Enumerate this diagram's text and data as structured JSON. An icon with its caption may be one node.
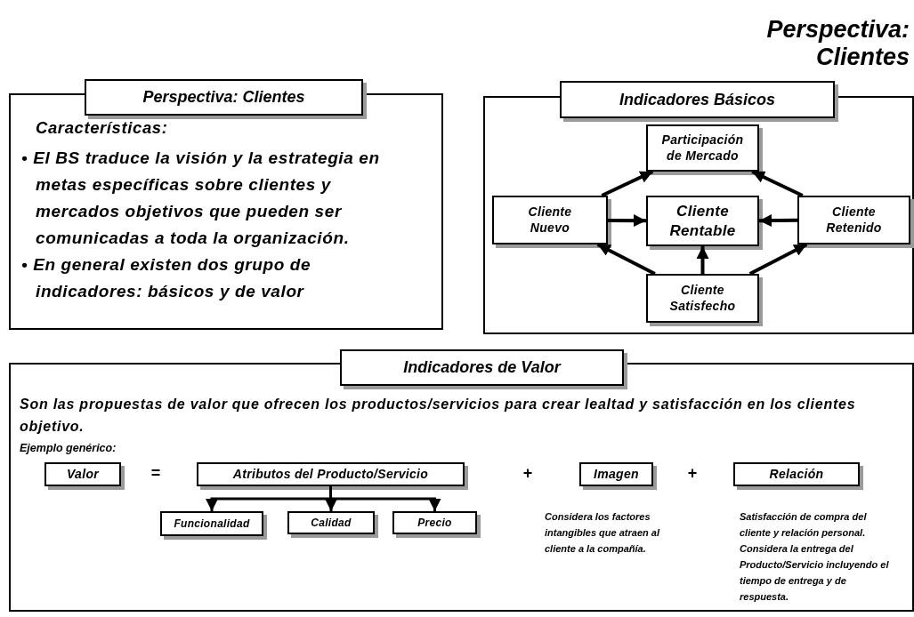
{
  "diagram": {
    "title": "Perspectiva: Clientes",
    "nodes": [
      {
        "text": [
          "Perspectiva: Clientes",
          "Características:",
          "• El BS traduce la visión y la estrategia en metas específicas sobre clientes y mercados objetivos que pueden ser comunicadas a toda la organización.",
          "• En general existen dos grupo de indicadores: básicos y de valor"
        ]
      },
      {
        "text": [
          "Indicadores Básicos"
        ]
      },
      {
        "text": [
          "Participación de Mercado"
        ],
        "in": 1
      },
      {
        "text": [
          "Cliente Nuevo"
        ],
        "in": 1
      },
      {
        "text": [
          "Cliente Rentable"
        ],
        "in": 1
      },
      {
        "text": [
          "Cliente Retenido"
        ],
        "in": 1
      },
      {
        "text": [
          "Cliente Satisfecho"
        ],
        "in": 1
      },
      {
        "text": [
          "Indicadores de Valor",
          "Son las propuestas de valor que ofrecen los productos/servicios para crear lealtad y satisfacción en los clientes objetivo.",
          "Ejemplo genérico:"
        ]
      },
      {
        "text": [
          "Valor"
        ],
        "in": 7
      },
      {
        "text": [
          "Atributos del Producto/Servicio"
        ],
        "in": 7
      },
      {
        "text": [
          "Funcionalidad"
        ],
        "in": 7
      },
      {
        "text": [
          "Calidad"
        ],
        "in": 7
      },
      {
        "text": [
          "Precio"
        ],
        "in": 7
      },
      {
        "text": [
          "Imagen"
        ],
        "in": 7,
        "beside": [
          "Considera los factores intangibles que atraen al cliente a la compañía."
        ]
      },
      {
        "text": [
          "Relación"
        ],
        "in": 7,
        "beside": [
          "Satisfacción de compra del cliente y relación personal. Considera la entrega del Producto/Servicio incluyendo el tiempo de entrega y de respuesta."
        ]
      }
    ],
    "edges": [
      {
        "from": 3,
        "to": 2,
        "arrow": "to"
      },
      {
        "from": 5,
        "to": 2,
        "arrow": "to"
      },
      {
        "from": 3,
        "to": 4,
        "arrow": "to"
      },
      {
        "from": 5,
        "to": 4,
        "arrow": "to"
      },
      {
        "from": 6,
        "to": 4,
        "arrow": "to"
      },
      {
        "from": 6,
        "to": 3,
        "arrow": "to"
      },
      {
        "from": 6,
        "to": 5,
        "arrow": "to"
      },
      {
        "from": 9,
        "to": 10,
        "arrow": "to"
      },
      {
        "from": 9,
        "to": 11,
        "arrow": "to"
      },
      {
        "from": 9,
        "to": 12,
        "arrow": "to"
      }
    ],
    "labels": [
      "=",
      "+",
      "+"
    ]
  }
}
